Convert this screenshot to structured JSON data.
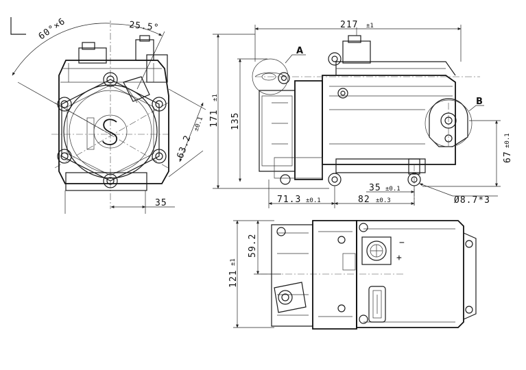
{
  "front_view": {
    "angle_label": "60°×6",
    "offset_label": "25.5°",
    "diag_label": "63.2",
    "diag_tol": "±0.1",
    "width_label": "35"
  },
  "side_view": {
    "length_label": "217",
    "length_tol": "±1",
    "height_label": "171",
    "height_tol": "±1",
    "inner_height_label": "135",
    "right_height_label": "67",
    "right_height_tol": "±0.1",
    "hole_offset_label": "35",
    "hole_offset_tol": "±0.1",
    "hole_dia_label": "Ø8.7*3",
    "left_span_label": "71.3",
    "left_span_tol": "±0.1",
    "right_span_label": "82",
    "right_span_tol": "±0.3",
    "detail_a": "A",
    "detail_b": "B"
  },
  "top_view": {
    "width_label": "121",
    "width_tol": "±1",
    "offset_label": "59.2",
    "minus_sign": "−",
    "plus_sign": "+"
  }
}
